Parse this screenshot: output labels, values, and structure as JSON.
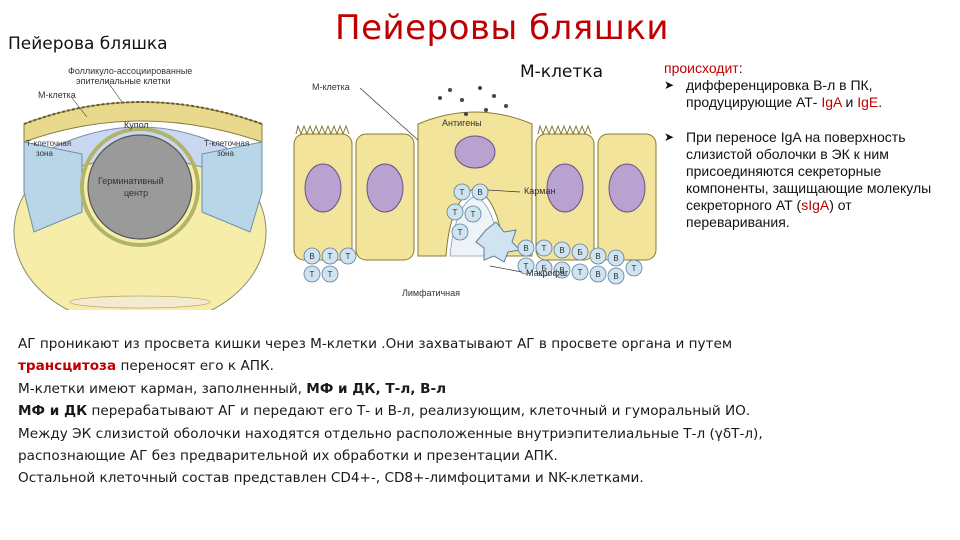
{
  "title": "Пейеровы бляшки",
  "subtitle": "Пейерова бляшка",
  "mcell_title": "М-клетка",
  "left_figure": {
    "labels": {
      "follicle": "Фолликуло-ассоциированные",
      "epithelium": "эпителиальные клетки",
      "mcell": "М-клетка",
      "dome": "Купол",
      "tzone_left_1": "Т-клеточная",
      "tzone_left_2": "зона",
      "tzone_right_1": "Т-клеточная",
      "tzone_right_2": "зона",
      "germinal_1": "Герминативный",
      "germinal_2": "центр"
    }
  },
  "right_figure": {
    "labels": {
      "mcell": "М-клетка",
      "antigens": "Антигены",
      "pocket": "Карман",
      "macrophage": "Макрофаг",
      "lamina": "Лимфатичная"
    },
    "lymphocytes": [
      "Т",
      "В",
      "Т",
      "Т",
      "Т",
      "В",
      "Т",
      "Т",
      "Т",
      "Т",
      "В",
      "Т",
      "В",
      "Б",
      "В",
      "В",
      "Т",
      "Б",
      "В",
      "Т",
      "В",
      "В",
      "Т"
    ]
  },
  "right_panel": {
    "heading": "происходит",
    "heading_colon": ":",
    "item1_a": "дифференцировка В-л в ПК, продуцирующие АТ- ",
    "item1_b": "IgA",
    "item1_c": " и ",
    "item1_d": "IgE",
    "item1_e": ".",
    "item2_a": "При переносе IgA на поверхность слизистой оболочки в ЭК к ним присоединяются секреторные компоненты, защищающие молекулы секреторного АТ (",
    "item2_b": "sIgA",
    "item2_c": ") от переваривания."
  },
  "body": {
    "line1": "АГ проникают из просвета кишки через М-клетки .Они захватывают АГ в просвете органа и путем",
    "line2_a": "трансцитоза",
    "line2_b": " переносят его к АПК.",
    "line3_a": "М-клетки имеют карман, заполненный, ",
    "line3_b": "МФ и ДК, Т-л, В-л",
    "line4_a": "МФ и ДК",
    "line4_b": " перерабатывают АГ и передают его  Т- и В-л, реализующим, клеточный и гуморальный ИО.",
    "line5": " Между ЭК слизистой оболочки находятся отдельно расположенные внутриэпителиальные Т-л (γδТ-л),",
    "line6": "распознающие АГ без предварительной их обработки и презентации АПК.",
    "line7": " Остальной клеточный состав представлен CD4+-, CD8+-лимфоцитами  и NK-клетками."
  },
  "colors": {
    "title": "#c00000",
    "accent": "#c00000",
    "yellow": "#f2e49a",
    "purple": "#b9a2d0",
    "blue": "#cfe3f0"
  }
}
